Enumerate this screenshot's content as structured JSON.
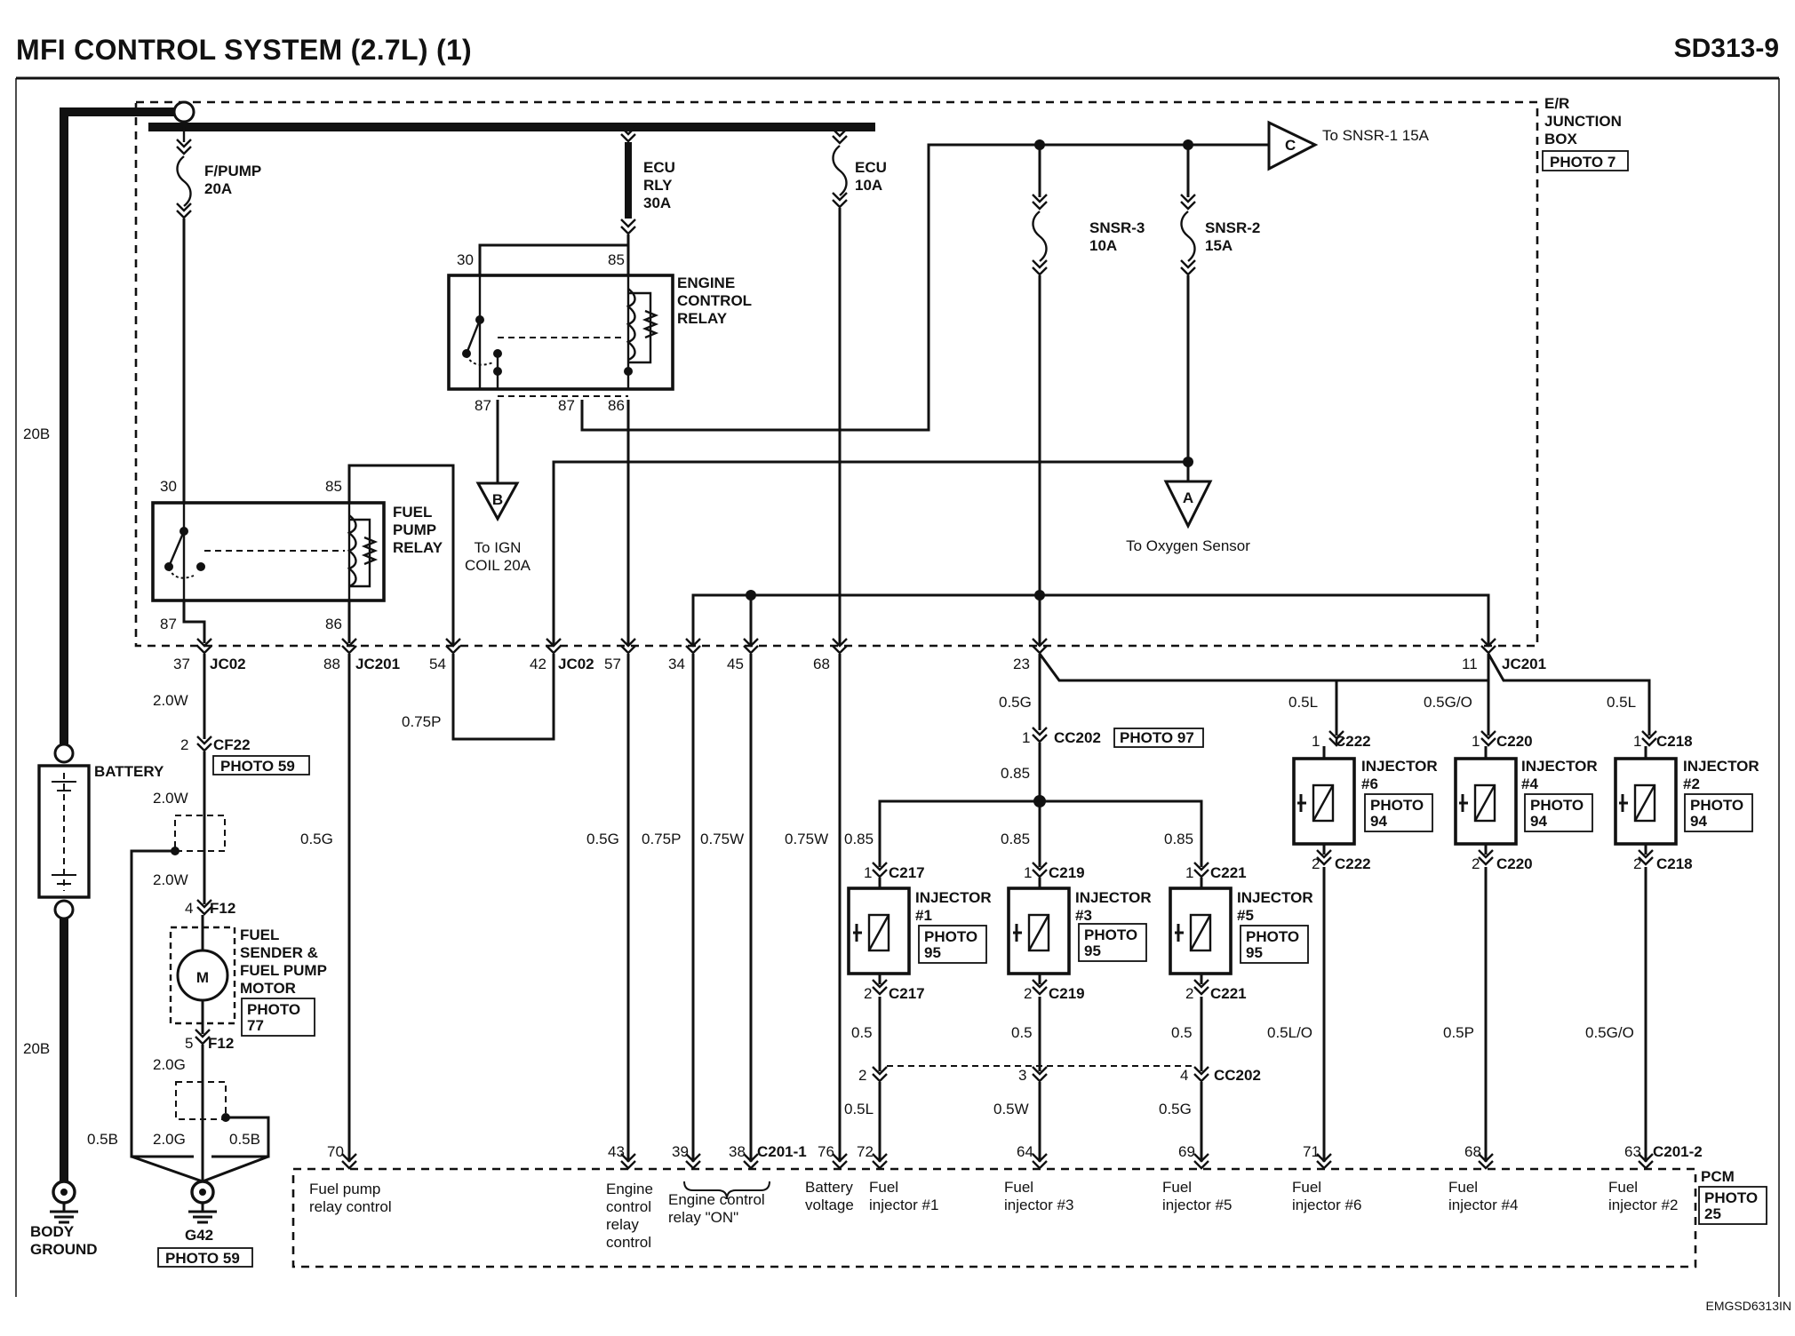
{
  "header": {
    "title": "MFI CONTROL SYSTEM (2.7L) (1)",
    "code": "SD313-9"
  },
  "footer": {
    "code": "EMGSD6313IN"
  },
  "junction_box": {
    "line1": "E/R",
    "line2": "JUNCTION",
    "line3": "BOX",
    "photo": "PHOTO 7"
  },
  "fuses": {
    "fpump": {
      "name": "F/PUMP",
      "rating": "20A"
    },
    "ecu_rly": {
      "l1": "ECU",
      "l2": "RLY",
      "rating": "30A"
    },
    "ecu": {
      "name": "ECU",
      "rating": "10A"
    },
    "snsr3": {
      "name": "SNSR-3",
      "rating": "10A"
    },
    "snsr2": {
      "name": "SNSR-2",
      "rating": "15A"
    }
  },
  "connectors": {
    "c": {
      "letter": "C",
      "text": "To SNSR-1 15A"
    },
    "b": {
      "letter": "B",
      "text1": "To IGN",
      "text2": "COIL 20A"
    },
    "a": {
      "letter": "A",
      "text": "To Oxygen Sensor"
    }
  },
  "engine_relay": {
    "l1": "ENGINE",
    "l2": "CONTROL",
    "l3": "RELAY",
    "p30": "30",
    "p85": "85",
    "p87": "87",
    "p87b": "87",
    "p86": "86"
  },
  "fuel_relay": {
    "l1": "FUEL",
    "l2": "PUMP",
    "l3": "RELAY",
    "p30": "30",
    "p85": "85",
    "p87": "87",
    "p86": "86"
  },
  "jb_pins": {
    "p37": "37",
    "jc02a": "JC02",
    "p88": "88",
    "jc201a": "JC201",
    "p54": "54",
    "p42": "42",
    "jc02b": "JC02",
    "p57": "57",
    "p34": "34",
    "p45": "45",
    "p68": "68",
    "p23": "23",
    "p11": "11",
    "jc201b": "JC201"
  },
  "wires": {
    "w20b_top": "20B",
    "w20b_bot": "20B",
    "w20w_1": "2.0W",
    "w20w_2": "2.0W",
    "w20w_3": "2.0W",
    "w075p_loop": "0.75P",
    "w05g_fp": "0.5G",
    "w05g_ecr": "0.5G",
    "w075p": "0.75P",
    "w075w_a": "0.75W",
    "w075w_b": "0.75W",
    "w05g_23": "0.5G",
    "w085_main": "0.85",
    "w085_1": "0.85",
    "w085_3": "0.85",
    "w085_5": "0.85",
    "w05l_6": "0.5L",
    "w05go_4": "0.5G/O",
    "w05l_2": "0.5L",
    "w05_1": "0.5",
    "w05_3": "0.5",
    "w05_5": "0.5",
    "w05lo": "0.5L/O",
    "w05p": "0.5P",
    "w05go": "0.5G/O",
    "w05l_b": "0.5L",
    "w05w_b": "0.5W",
    "w05g_b": "0.5G",
    "w20g_a": "2.0G",
    "w20g_b": "2.0G",
    "w05b_a": "0.5B",
    "w05b_b": "0.5B"
  },
  "battery": {
    "label": "BATTERY"
  },
  "cf22": {
    "pin": "2",
    "name": "CF22",
    "photo": "PHOTO 59"
  },
  "f12": {
    "pin_top": "4",
    "name_top": "F12",
    "pin_bot": "5",
    "name_bot": "F12"
  },
  "fuel_sender": {
    "l1": "FUEL",
    "l2": "SENDER &",
    "l3": "FUEL PUMP",
    "l4": "MOTOR",
    "photo1": "PHOTO",
    "photo2": "77",
    "motor": "M"
  },
  "ground": {
    "body1": "BODY",
    "body2": "GROUND",
    "g42": "G42",
    "photo": "PHOTO 59"
  },
  "cc202": {
    "pin1": "1",
    "name": "CC202",
    "photo": "PHOTO 97",
    "p2": "2",
    "p3": "3",
    "p4": "4",
    "name_b": "CC202"
  },
  "injectors": {
    "inj1": {
      "name": "INJECTOR",
      "num": "#1",
      "photo1": "PHOTO",
      "photo2": "95",
      "p1": "1",
      "c1": "C217",
      "p2": "2",
      "c2": "C217"
    },
    "inj3": {
      "name": "INJECTOR",
      "num": "#3",
      "photo1": "PHOTO",
      "photo2": "95",
      "p1": "1",
      "c1": "C219",
      "p2": "2",
      "c2": "C219"
    },
    "inj5": {
      "name": "INJECTOR",
      "num": "#5",
      "photo1": "PHOTO",
      "photo2": "95",
      "p1": "1",
      "c1": "C221",
      "p2": "2",
      "c2": "C221"
    },
    "inj6": {
      "name": "INJECTOR",
      "num": "#6",
      "photo1": "PHOTO",
      "photo2": "94",
      "p1": "1",
      "c1": "C222",
      "p2": "2",
      "c2": "C222"
    },
    "inj4": {
      "name": "INJECTOR",
      "num": "#4",
      "photo1": "PHOTO",
      "photo2": "94",
      "p1": "1",
      "c1": "C220",
      "p2": "2",
      "c2": "C220"
    },
    "inj2": {
      "name": "INJECTOR",
      "num": "#2",
      "photo1": "PHOTO",
      "photo2": "94",
      "p1": "1",
      "c1": "C218",
      "p2": "2",
      "c2": "C218"
    }
  },
  "pcm": {
    "label": "PCM",
    "photo1": "PHOTO",
    "photo2": "25",
    "p70": "70",
    "p43": "43",
    "p39": "39",
    "p38": "38",
    "c201_1": "C201-1",
    "p76": "76",
    "p72": "72",
    "p64": "64",
    "p69": "69",
    "p71": "71",
    "p68": "68",
    "p63": "63",
    "c201_2": "C201-2",
    "fp1": "Fuel pump",
    "fp2": "relay control",
    "ecr1": "Engine",
    "ecr2": "control",
    "ecr3": "relay",
    "ecr4": "control",
    "eon1": "Engine control",
    "eon2": "relay \"ON\"",
    "bv1": "Battery",
    "bv2": "voltage",
    "fi1a": "Fuel",
    "fi1b": "injector #1",
    "fi3a": "Fuel",
    "fi3b": "injector #3",
    "fi5a": "Fuel",
    "fi5b": "injector #5",
    "fi6a": "Fuel",
    "fi6b": "injector #6",
    "fi4a": "Fuel",
    "fi4b": "injector #4",
    "fi2a": "Fuel",
    "fi2b": "injector #2"
  }
}
